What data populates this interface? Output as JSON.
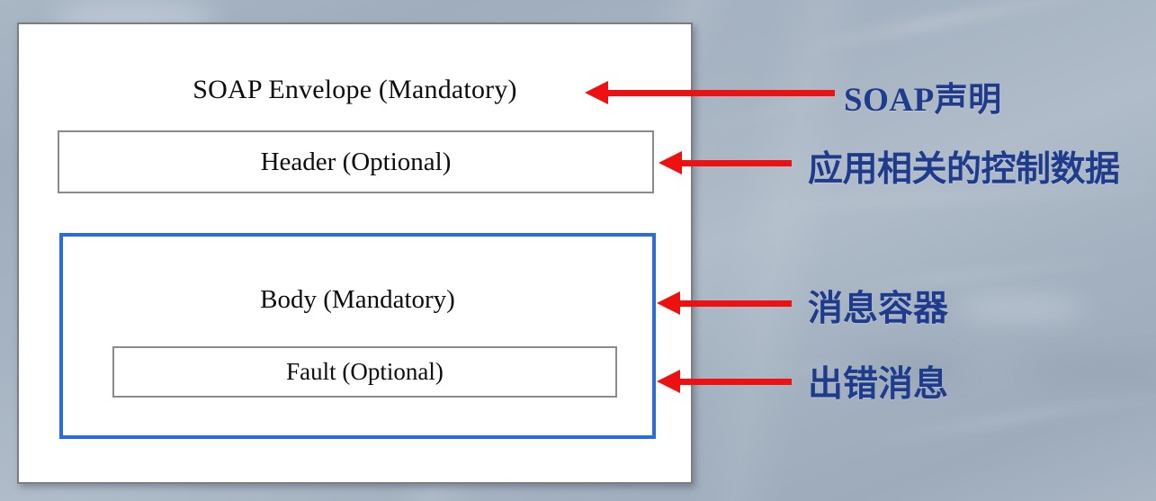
{
  "diagram": {
    "title_text": "SOAP Envelope (Mandatory)",
    "header_text": "Header (Optional)",
    "body_text": "Body (Mandatory)",
    "fault_text": "Fault (Optional)"
  },
  "annotations": [
    {
      "id": "soap",
      "text": "SOAP声明"
    },
    {
      "id": "control",
      "text": "应用相关的控制数据"
    },
    {
      "id": "container",
      "text": "消息容器"
    },
    {
      "id": "error",
      "text": "出错消息"
    }
  ],
  "colors": {
    "annotation_blue": "#1e3b8c",
    "arrow_red": "#ee1111",
    "body_border_blue": "#2a6be3",
    "box_border_gray": "#8a8a8a",
    "panel_background": "#ffffff"
  }
}
